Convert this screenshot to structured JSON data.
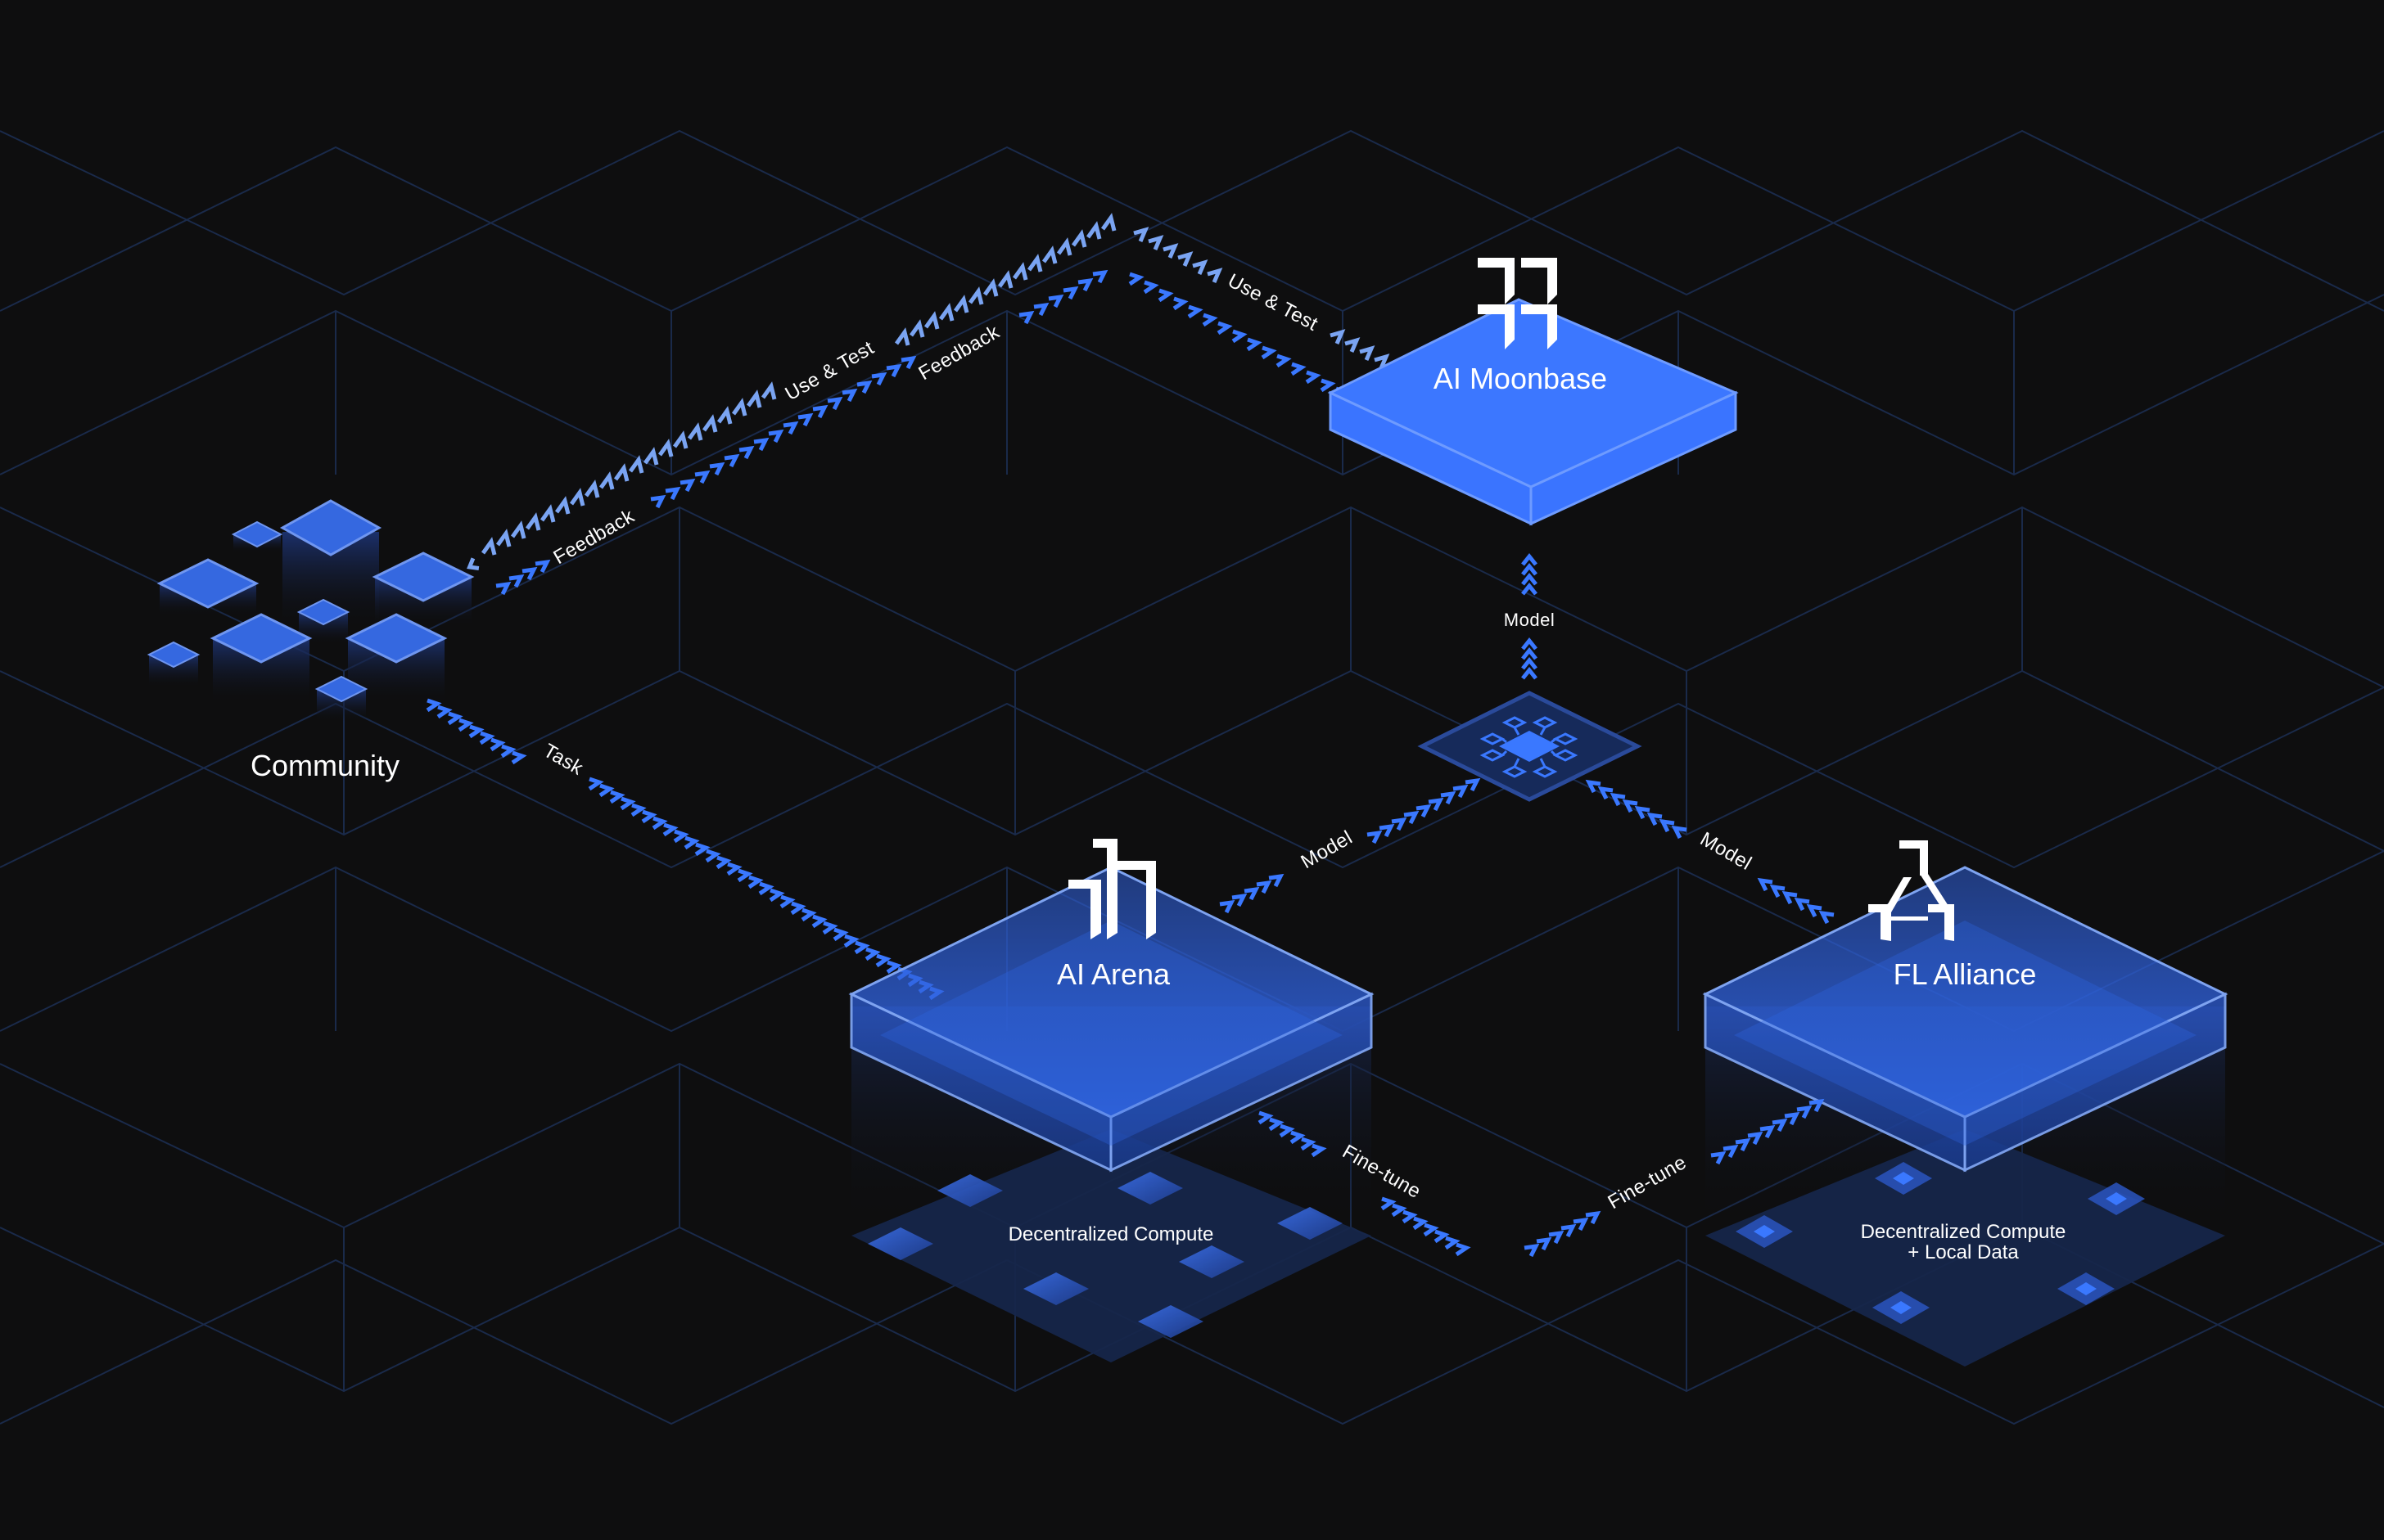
{
  "colors": {
    "background": "#0e0e0f",
    "grid_line": "#1a2a4a",
    "accent_blue": "#3a78ff",
    "accent_light": "#7aa4f2",
    "moonbase_fill": "#3c77ff",
    "glass_fill": "#2a5bd0",
    "base_fill": "#16264a",
    "text": "#ffffff"
  },
  "nodes": {
    "community": {
      "label": "Community",
      "icon": "cube-cluster-icon"
    },
    "moonbase": {
      "label": "AI Moonbase",
      "icon": "moonbase-logo-icon"
    },
    "arena": {
      "label": "AI Arena",
      "icon": "arena-logo-icon"
    },
    "alliance": {
      "label": "FL Alliance",
      "icon": "alliance-logo-icon"
    },
    "hub": {
      "label": "",
      "icon": "network-chip-icon"
    }
  },
  "bases": {
    "arena_base": {
      "label": "Decentralized Compute"
    },
    "alliance_base": {
      "line1": "Decentralized Compute",
      "line2": "+ Local Data"
    }
  },
  "flows": {
    "use_test_community": "Use & Test",
    "use_test_moonbase": "Use & Test",
    "feedback_community": "Feedback",
    "feedback_mid": "Feedback",
    "task": "Task",
    "model_to_moonbase": "Model",
    "model_from_arena": "Model",
    "model_from_alliance": "Model",
    "finetune_arena": "Fine-tune",
    "finetune_alliance": "Fine-tune"
  }
}
